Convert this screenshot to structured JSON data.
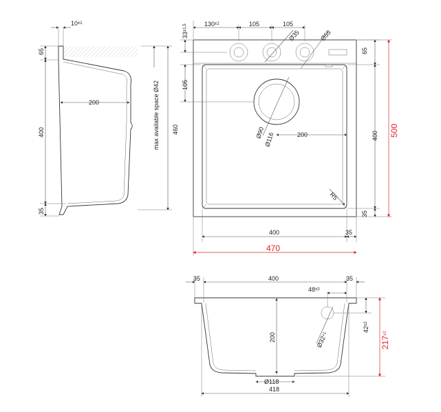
{
  "side_section": {
    "dims": {
      "flange_thickness": "10",
      "flange_thickness_tol": "±1",
      "top_depth": "65",
      "depth_400": "400",
      "depth_35": "35",
      "width_200": "200",
      "total_460": "460",
      "max_space_label": "max available space Ø42"
    }
  },
  "top_view": {
    "dims": {
      "offset_33": "33",
      "offset_33_tol": "±1,5",
      "d130": "130",
      "d130_tol": "±2",
      "d105a": "105",
      "d105b": "105",
      "d35": "Ø35",
      "d55": "Ø55",
      "d65": "65",
      "d105_side": "105",
      "d400_side": "400",
      "d35_side": "35",
      "d500": "500",
      "d90": "Ø90",
      "d116": "Ø116",
      "d200": "200",
      "r5": "R5",
      "d400_bottom": "400",
      "d35_bottom": "35",
      "d470": "470"
    }
  },
  "front_section": {
    "dims": {
      "left_35": "35",
      "top_400": "400",
      "right_35": "35",
      "d48": "48",
      "d48_tol": "±3",
      "height_200": "200",
      "d32": "Ø32",
      "d32_tol": "+1",
      "d42": "42",
      "d42_tol": "±2",
      "d217": "217",
      "d217_tol": "±2",
      "d118": "Ø118",
      "d418": "418"
    }
  },
  "colors": {
    "highlight": "#e0242a",
    "line": "#333333"
  }
}
